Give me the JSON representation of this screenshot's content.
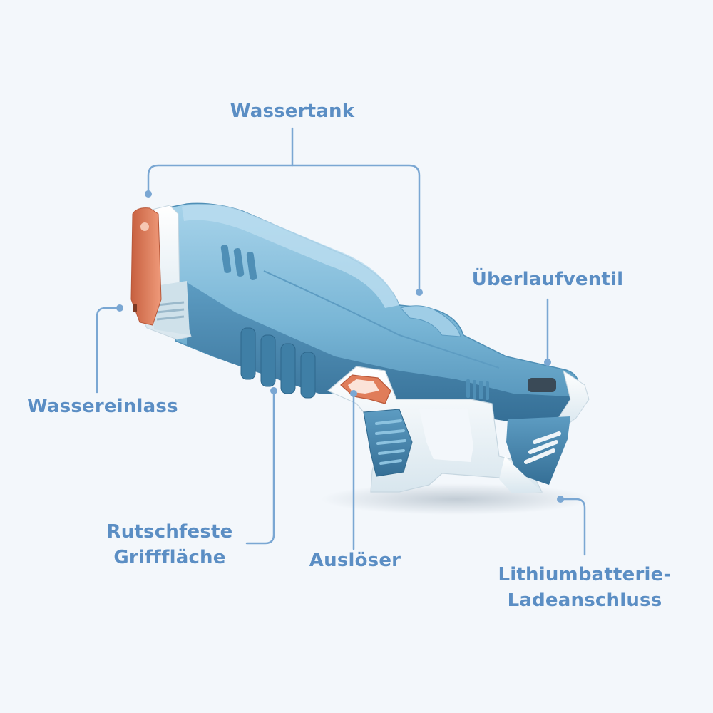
{
  "colors": {
    "background": "#f3f7fb",
    "label": "#5b8ec4",
    "leader": "#7aa7d3",
    "body_blue": "#79b6d6",
    "body_blue_dark": "#3f7fa6",
    "accent_white": "#eef4f8",
    "accent_orange": "#e07d5a"
  },
  "labels": {
    "water_tank": "Wassertank",
    "overflow_valve": "Überlaufventil",
    "water_inlet": "Wassereinlass",
    "grip_line1": "Rutschfeste",
    "grip_line2": "Grifffläche",
    "trigger": "Auslöser",
    "charging_line1": "Lithiumbatterie-",
    "charging_line2": "Ladeanschluss"
  }
}
